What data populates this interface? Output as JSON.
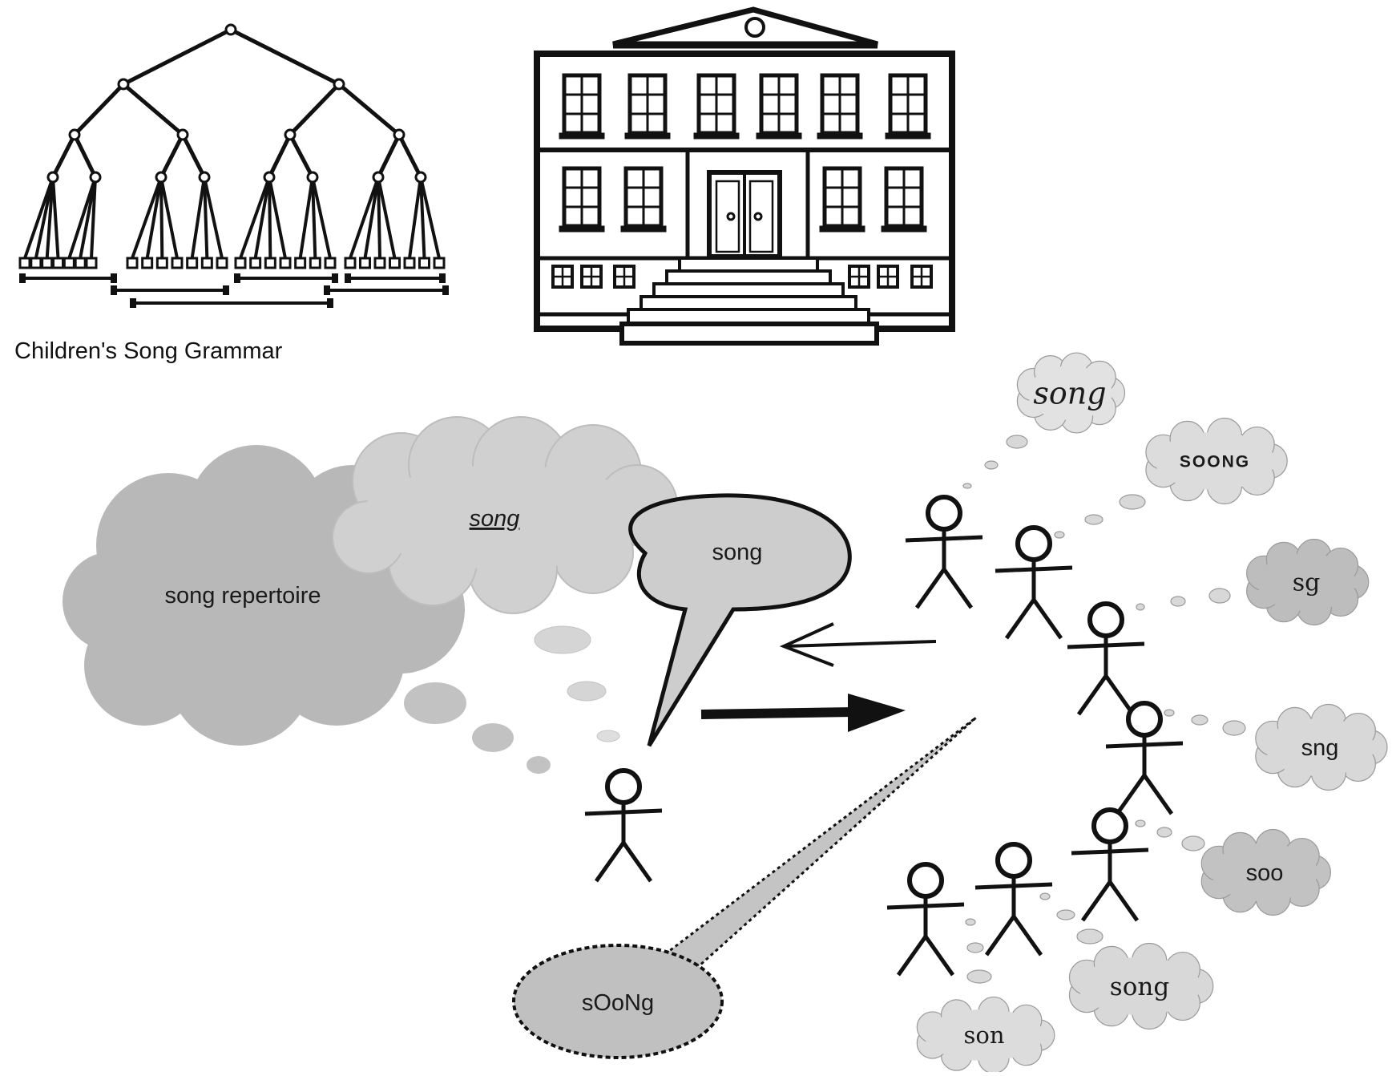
{
  "caption": "Children's Song Grammar",
  "labels": {
    "repertoire": "song repertoire",
    "canonical": "song",
    "speech": "song",
    "deviant": "sOoNg"
  },
  "peer_clouds": [
    {
      "text": "song"
    },
    {
      "text": "SOONG"
    },
    {
      "text": "sg"
    },
    {
      "text": "sng"
    },
    {
      "text": "soo"
    },
    {
      "text": "song"
    },
    {
      "text": "son"
    }
  ],
  "colors": {
    "cloud_dark": "#b8b8b8",
    "cloud_mid": "#c9c9c9",
    "cloud_light": "#dcdcdc",
    "ink": "#111111"
  },
  "icons": [
    "tree-grammar-icon",
    "school-building-icon",
    "stick-figure-icon",
    "thought-cloud-icon",
    "arrow-icon"
  ]
}
